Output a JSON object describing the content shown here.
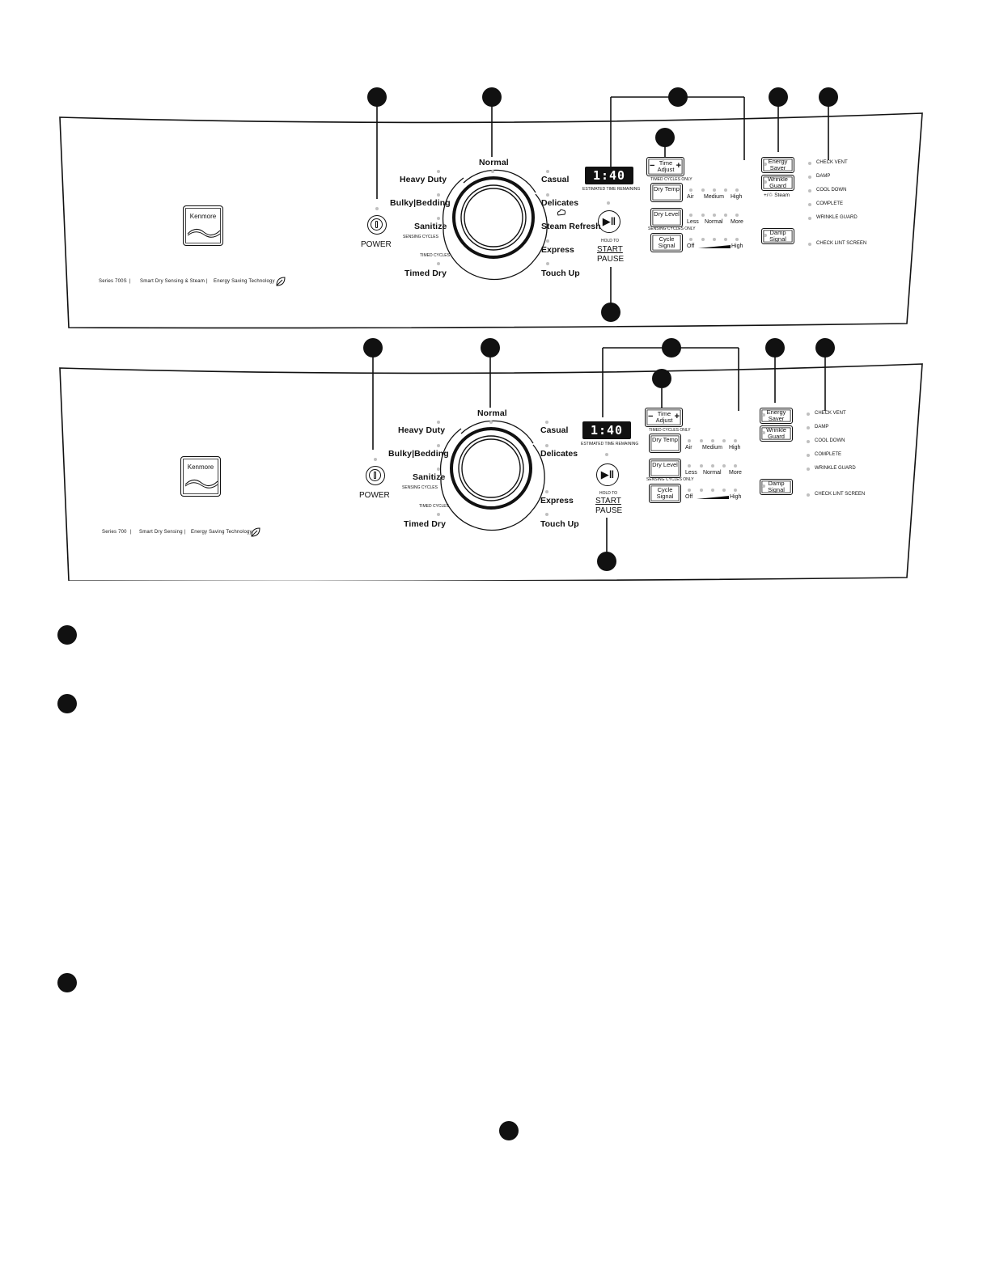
{
  "panels": [
    {
      "logo": "Kenmore",
      "series": "Series 700S",
      "feature1": "Smart Dry Sensing & Steam",
      "feature2": "Energy Saving Technology",
      "power_label": "POWER",
      "cycles": {
        "normal": "Normal",
        "heavy_duty": "Heavy Duty",
        "bulky_bedding": "Bulky|Bedding",
        "sanitize": "Sanitize",
        "sensing_cycles": "SENSING CYCLES",
        "timed_cycles": "TIMED CYCLES",
        "timed_dry": "Timed Dry",
        "casual": "Casual",
        "delicates": "Delicates",
        "steam_refresh": "Steam Refresh",
        "express": "Express",
        "touch_up": "Touch Up"
      },
      "display": {
        "value": "1:40",
        "caption": "ESTIMATED TIME REMAINING"
      },
      "start": {
        "hold_to": "HOLD TO",
        "start": "START",
        "pause": "PAUSE"
      },
      "time_adjust": {
        "label": "Time Adjust",
        "minus": "−",
        "plus": "+",
        "note": "TIMED CYCLES ONLY"
      },
      "dry_temp": {
        "label": "Dry Temp",
        "options": [
          "Air",
          "Medium",
          "High"
        ]
      },
      "dry_level": {
        "label": "Dry Level",
        "note": "SENSING CYCLES ONLY",
        "options": [
          "Less",
          "Normal",
          "More"
        ]
      },
      "cycle_signal": {
        "label": "Cycle Signal",
        "options": [
          "Off",
          "High"
        ]
      },
      "energy_saver": "Energy Saver",
      "wrinkle_guard": "Wrinkle Guard",
      "wrinkle_steam": "+/♲ Steam",
      "damp_signal": "Damp Signal",
      "status": [
        "CHECK VENT",
        "DAMP",
        "COOL DOWN",
        "COMPLETE",
        "WRINKLE GUARD",
        "CHECK LINT SCREEN"
      ]
    },
    {
      "logo": "Kenmore",
      "series": "Series 700",
      "feature1": "Smart Dry Sensing",
      "feature2": "Energy Saving Technology",
      "power_label": "POWER",
      "cycles": {
        "normal": "Normal",
        "heavy_duty": "Heavy Duty",
        "bulky_bedding": "Bulky|Bedding",
        "sanitize": "Sanitize",
        "sensing_cycles": "SENSING CYCLES",
        "timed_cycles": "TIMED CYCLES",
        "timed_dry": "Timed Dry",
        "casual": "Casual",
        "delicates": "Delicates",
        "express": "Express",
        "touch_up": "Touch Up"
      },
      "display": {
        "value": "1:40",
        "caption": "ESTIMATED TIME REMAINING"
      },
      "start": {
        "hold_to": "HOLD TO",
        "start": "START",
        "pause": "PAUSE"
      },
      "time_adjust": {
        "label": "Time Adjust",
        "minus": "−",
        "plus": "+",
        "note": "TIMED CYCLES ONLY"
      },
      "dry_temp": {
        "label": "Dry Temp",
        "options": [
          "Air",
          "Medium",
          "High"
        ]
      },
      "dry_level": {
        "label": "Dry Level",
        "note": "SENSING CYCLES ONLY",
        "options": [
          "Less",
          "Normal",
          "More"
        ]
      },
      "cycle_signal": {
        "label": "Cycle Signal",
        "options": [
          "Off",
          "High"
        ]
      },
      "energy_saver": "Energy Saver",
      "wrinkle_guard": "Wrinkle Guard",
      "damp_signal": "Damp Signal",
      "status": [
        "CHECK VENT",
        "DAMP",
        "COOL DOWN",
        "COMPLETE",
        "WRINKLE GUARD",
        "CHECK LINT SCREEN"
      ]
    }
  ]
}
